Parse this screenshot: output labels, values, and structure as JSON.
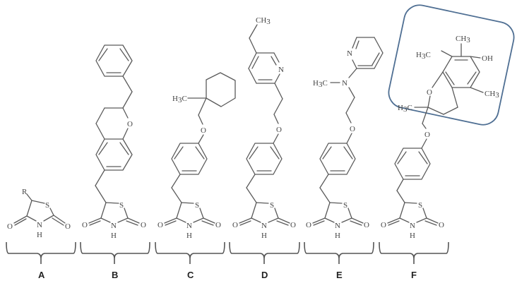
{
  "figure": {
    "description": "Thiazolidinedione core and five glitazone derivatives",
    "compounds": [
      {
        "id": "A",
        "label": "A",
        "substituent": "R",
        "core": "thiazolidine-2,4-dione"
      },
      {
        "id": "B",
        "label": "B",
        "side_chain": "2-benzylchroman-6-ylmethyl"
      },
      {
        "id": "C",
        "label": "C",
        "side_chain": "4-[(1-methylcyclohexyl)methoxy]benzyl",
        "methyl_label": "H3C"
      },
      {
        "id": "D",
        "label": "D",
        "side_chain": "4-[2-(5-ethylpyridin-2-yl)ethoxy]benzyl",
        "ethyl_label": "CH3",
        "ring_n": "N"
      },
      {
        "id": "E",
        "label": "E",
        "side_chain": "4-[2-(N-methyl-N-(pyridin-2-yl)amino)ethoxy]benzyl",
        "methyl_label": "H3C",
        "amine_n": "N",
        "ring_n": "N"
      },
      {
        "id": "F",
        "label": "F",
        "side_chain": "4-[(6-hydroxy-2,5,7,8-tetramethylchroman-2-yl)methoxy]benzyl",
        "highlighted": true,
        "labels": [
          "CH3",
          "H3C",
          "OH",
          "CH3",
          "H3C"
        ]
      }
    ],
    "atom_labels": {
      "S": "S",
      "N": "N",
      "H": "H",
      "O": "O",
      "R": "R",
      "OH": "OH"
    },
    "highlight_color": "#4f6f93"
  }
}
